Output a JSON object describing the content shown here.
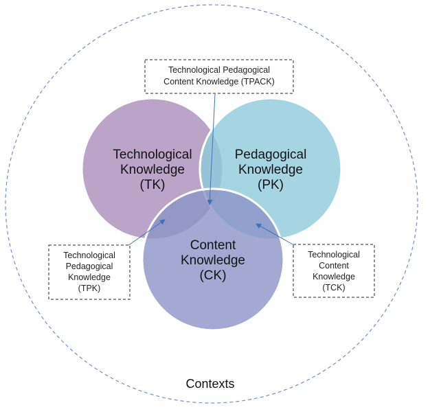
{
  "contexts": {
    "label": "Contexts"
  },
  "circles": {
    "tk": {
      "line1": "Technological",
      "line2": "Knowledge",
      "line3": "(TK)",
      "color": "#A98FBB"
    },
    "pk": {
      "line1": "Pedagogical",
      "line2": "Knowledge",
      "line3": "(PK)",
      "color": "#8FCBDC"
    },
    "ck": {
      "line1": "Content",
      "line2": "Knowledge",
      "line3": "(CK)",
      "color": "#8C93C7"
    }
  },
  "callouts": {
    "tpack": {
      "line1": "Technological Pedagogical",
      "line2": "Content Knowledge (TPACK)"
    },
    "tpk": {
      "line1": "Technological",
      "line2": "Pedagogical",
      "line3": "Knowledge",
      "line4": "(TPK)"
    },
    "tck": {
      "line1": "Technological",
      "line2": "Content",
      "line3": "Knowledge",
      "line4": "(TCK)"
    }
  },
  "colors": {
    "outline_dashed": "#6E8FC7",
    "arrow": "#3D72B5",
    "circle_border": "#ffffff"
  }
}
